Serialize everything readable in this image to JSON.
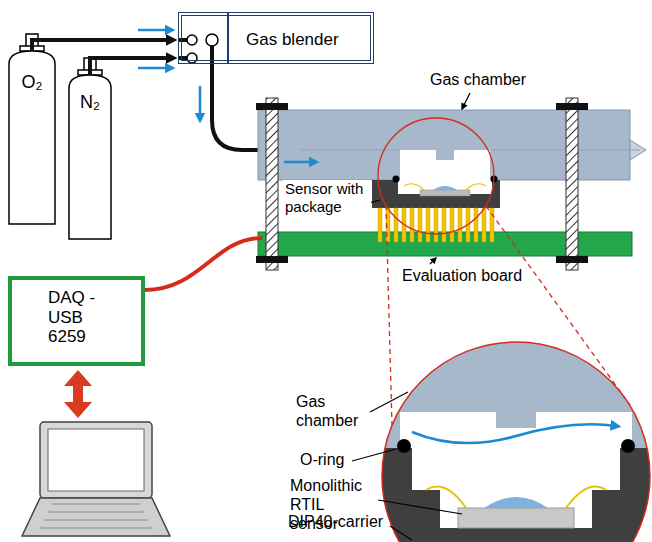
{
  "diagram": {
    "nodes": [
      {
        "text": [
          "O₂"
        ]
      },
      {
        "text": [
          "N₂"
        ]
      },
      {
        "text": [
          "Gas blender"
        ]
      },
      {
        "text": [
          "DAQ -USB 6259"
        ]
      }
    ],
    "edges": [
      {
        "from": 0,
        "to": 2,
        "arrow": "to"
      },
      {
        "from": 1,
        "to": 2,
        "arrow": "to"
      }
    ],
    "labels": [
      "Gas chamber",
      "Sensor with package",
      "Evaluation board",
      "Gas chamber",
      "O-ring",
      "Monolithic RTIL sensor",
      "DIP40-carrier"
    ]
  }
}
